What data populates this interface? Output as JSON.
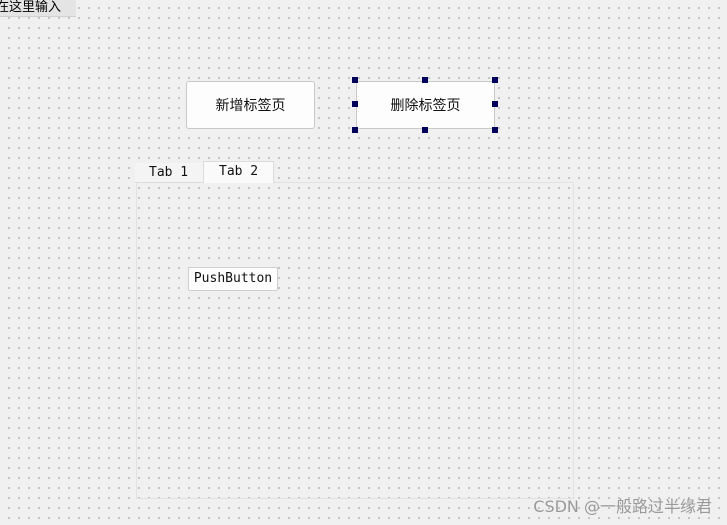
{
  "menubar": {
    "input_placeholder": "在这里输入"
  },
  "buttons": {
    "add_tab": "新增标签页",
    "delete_tab": "删除标签页"
  },
  "tab_widget": {
    "tabs": [
      {
        "label": "Tab 1"
      },
      {
        "label": "Tab 2"
      }
    ],
    "inner_button": "PushButton"
  },
  "watermark": "CSDN @一般路过半缘君",
  "colors": {
    "selection_handle": "#00005a",
    "canvas_background": "#f0f0f0",
    "grid_dot": "#9a9a9a"
  }
}
